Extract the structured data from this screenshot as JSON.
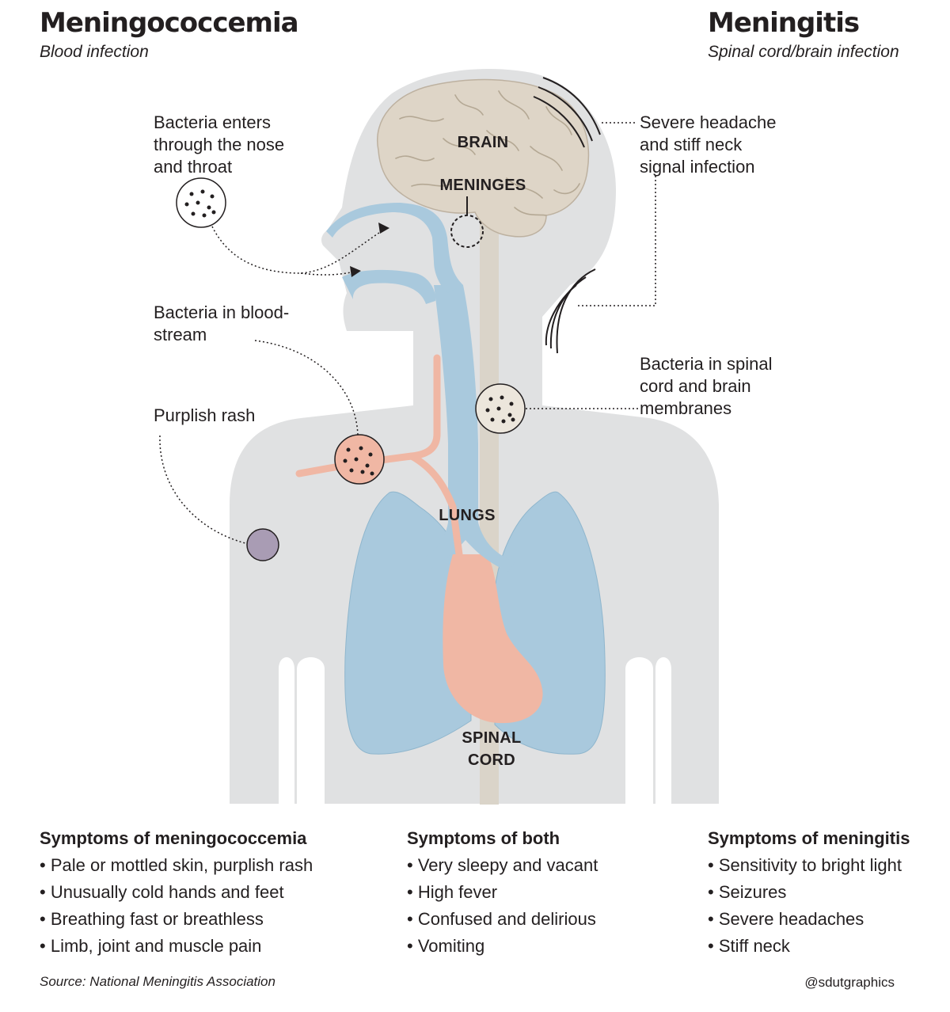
{
  "header": {
    "left": {
      "title": "Meningococcemia",
      "subtitle": "Blood infection"
    },
    "right": {
      "title": "Meningitis",
      "subtitle": "Spinal cord/brain infection"
    }
  },
  "labels": {
    "brain": "BRAIN",
    "meninges": "MENINGES",
    "lungs": "LUNGS",
    "spinal_cord": "SPINAL\nCORD"
  },
  "callouts": {
    "bacteria_nose": "Bacteria enters\nthrough the nose\nand throat",
    "bacteria_blood": "Bacteria in blood-\nstream",
    "purplish_rash": "Purplish rash",
    "headache": "Severe headache\nand stiff neck\nsignal infection",
    "bacteria_spinal": "Bacteria in spinal\ncord and brain\nmembranes"
  },
  "symptoms": {
    "meningococcemia": {
      "title": "Symptoms of meningococcemia",
      "items": [
        "Pale or mottled skin, purplish rash",
        "Unusually cold hands and feet",
        "Breathing fast or breathless",
        "Limb, joint and muscle pain"
      ]
    },
    "both": {
      "title": "Symptoms of both",
      "items": [
        "Very sleepy and vacant",
        "High fever",
        "Confused and delirious",
        "Vomiting"
      ]
    },
    "meningitis": {
      "title": "Symptoms of meningitis",
      "items": [
        "Sensitivity to bright light",
        "Seizures",
        "Severe headaches",
        "Stiff neck"
      ]
    }
  },
  "footer": {
    "source": "Source: National Meningitis Association",
    "credit": "@sdutgraphics"
  },
  "colors": {
    "body": "#e0e1e2",
    "airway": "#a9c9dd",
    "vessel": "#f0b7a4",
    "spine": "#dad4c9",
    "brain": "#ded5c7",
    "rash": "#a99cb4"
  }
}
